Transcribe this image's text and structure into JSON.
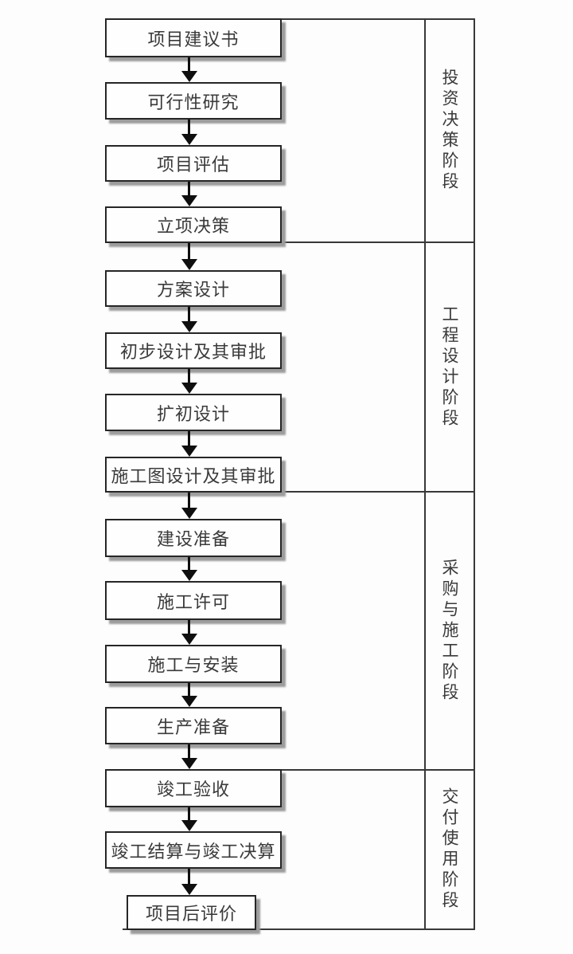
{
  "colors": {
    "background": "#fdfdfd",
    "box_fill": "#fefefe",
    "box_border": "#262626",
    "line": "#383838",
    "arrow": "#0f0f0f",
    "text": "#3a3a3a",
    "shadow": "#9c9c9c"
  },
  "flow": {
    "boxes": [
      {
        "id": "project-proposal",
        "label": "项目建议书"
      },
      {
        "id": "feasibility-study",
        "label": "可行性研究"
      },
      {
        "id": "project-evaluation",
        "label": "项目评估"
      },
      {
        "id": "project-approval-decision",
        "label": "立项决策"
      },
      {
        "id": "scheme-design",
        "label": "方案设计"
      },
      {
        "id": "preliminary-design-and-approval",
        "label": "初步设计及其审批"
      },
      {
        "id": "extended-preliminary-design",
        "label": "扩初设计"
      },
      {
        "id": "construction-drawing-design-and-approval",
        "label": "施工图设计及其审批"
      },
      {
        "id": "construction-preparation",
        "label": "建设准备"
      },
      {
        "id": "construction-permit",
        "label": "施工许可"
      },
      {
        "id": "construction-and-installation",
        "label": "施工与安装"
      },
      {
        "id": "production-preparation",
        "label": "生产准备"
      },
      {
        "id": "completion-acceptance",
        "label": "竣工验收"
      },
      {
        "id": "completion-settlement-and-final-accounts",
        "label": "竣工结算与竣工决算"
      },
      {
        "id": "post-project-evaluation",
        "label": "项目后评价"
      }
    ]
  },
  "stages": [
    {
      "id": "investment-decision",
      "label": "投资决策阶段"
    },
    {
      "id": "engineering-design",
      "label": "工程设计阶段"
    },
    {
      "id": "procurement-and-construction",
      "label": "采购与施工阶段"
    },
    {
      "id": "handover-and-use",
      "label": "交付使用阶段"
    }
  ]
}
